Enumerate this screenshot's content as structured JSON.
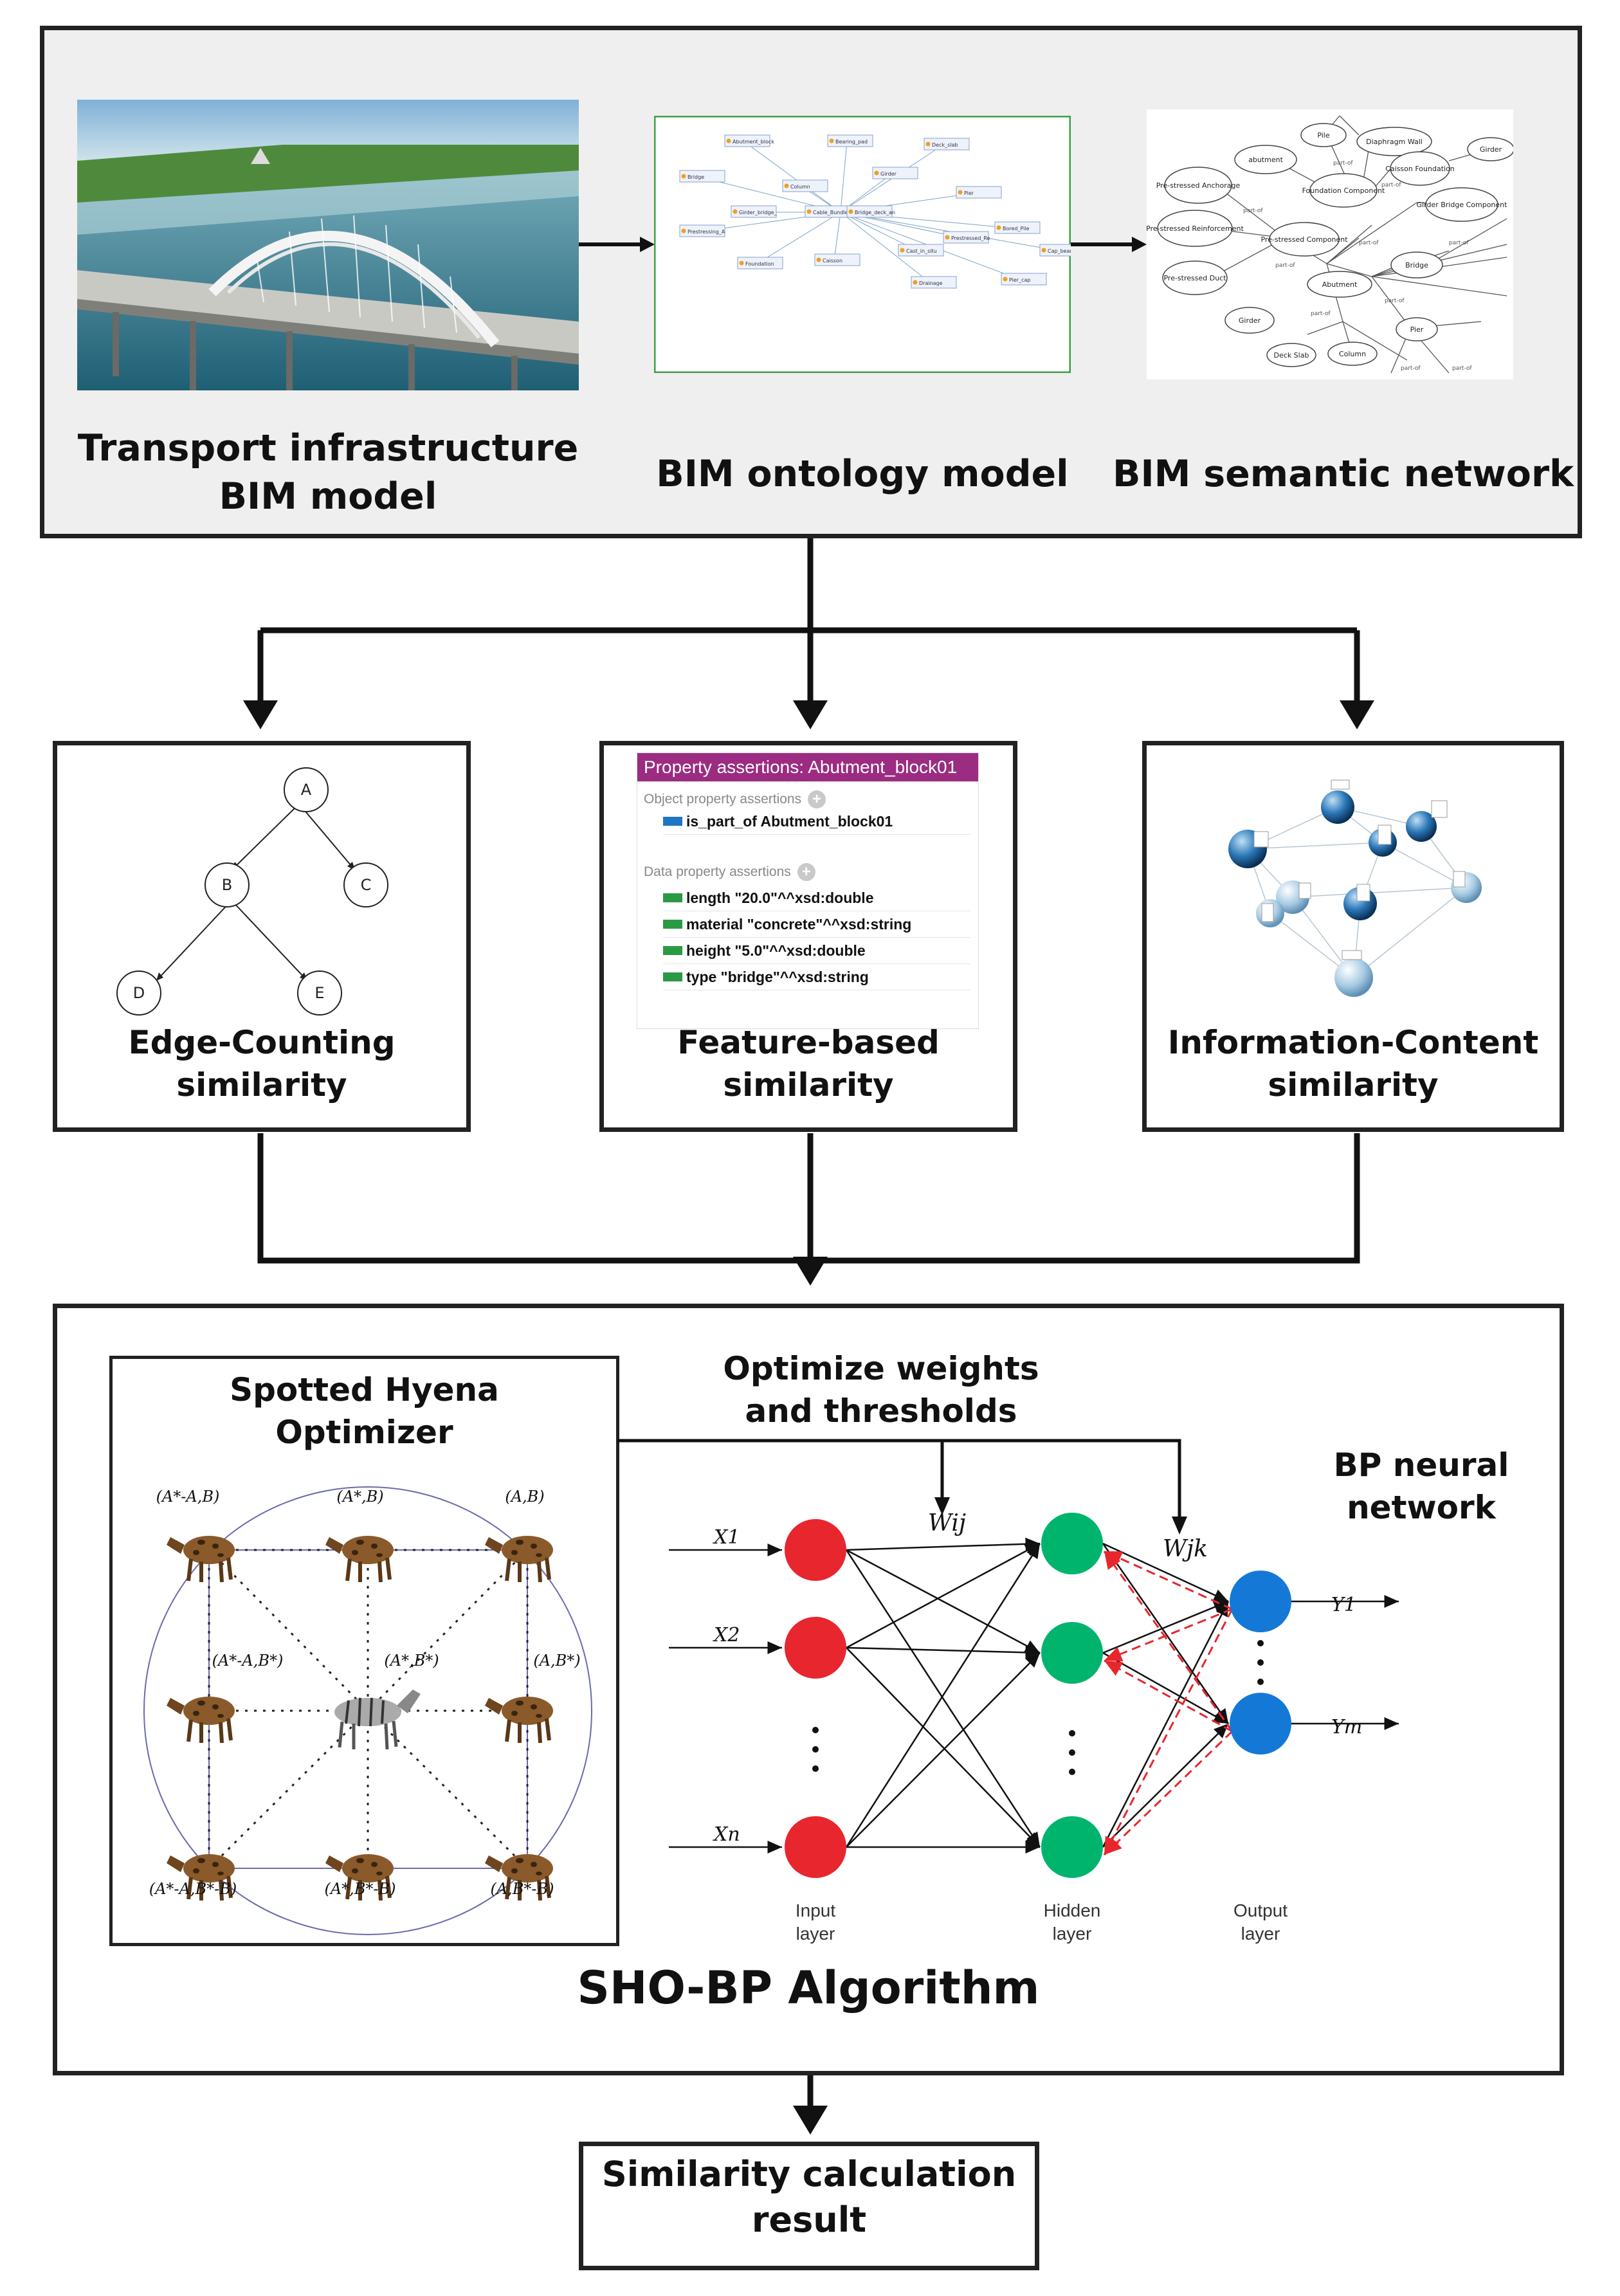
{
  "top_panel": {
    "labels": {
      "bim_model": "Transport infrastructure\nBIM model",
      "ontology": "BIM ontology model",
      "semantic": "BIM semantic network"
    },
    "ontology_nodes": [
      "Abutment_block",
      "Bearing_pad",
      "Deck_slab",
      "Bridge",
      "Column",
      "Girder",
      "Pier",
      "Girder_bridge_Component",
      "Cable_Bundle_Bridge_Component",
      "Bridge_deck_and_Substructure",
      "Prestressing_Anchorage",
      "Prestressed_Reinforcement",
      "Cast_in_situ",
      "Foundation",
      "Caisson",
      "Bored_Pile",
      "Cap_beam",
      "Pier_cap",
      "Drainage"
    ],
    "semantic_nodes": {
      "pile": "Pile",
      "diaphragm": "Diaphragm Wall",
      "girder_top": "Girder",
      "abutment_top": "abutment",
      "caisson": "Caisson Foundation",
      "prestressed_anchorage": "Pre-stressed Anchorage",
      "foundation_component": "Foundation Component",
      "girder_bridge_component": "Girder Bridge Component",
      "prestressed_reinforcement": "Pre-stressed Reinforcement",
      "prestressed_component": "Pre-stressed Component",
      "bridge": "Bridge",
      "prestressed_duct": "Pre-stressed Duct",
      "abutment": "Abutment",
      "girder": "Girder",
      "pier": "Pier",
      "deck_slab": "Deck Slab",
      "column": "Column",
      "part_of": "part-of"
    }
  },
  "similarity_boxes": {
    "edge_counting": {
      "label": "Edge-Counting\nsimilarity",
      "tree_nodes": [
        "A",
        "B",
        "C",
        "D",
        "E"
      ]
    },
    "feature_based": {
      "label": "Feature-based\nsimilarity",
      "panel_title": "Property assertions: Abutment_block01",
      "object_header": "Object property assertions",
      "object_rows": [
        "is_part_of  Abutment_block01"
      ],
      "data_header": "Data property assertions",
      "data_rows": [
        "length  \"20.0\"^^xsd:double",
        "material  \"concrete\"^^xsd:string",
        "height  \"5.0\"^^xsd:double",
        "type  \"bridge\"^^xsd:string"
      ]
    },
    "information_content": {
      "label": "Information-Content\nsimilarity"
    }
  },
  "sho_bp": {
    "title": "SHO-BP Algorithm",
    "optimizer_title": "Spotted Hyena\nOptimizer",
    "optimize_label": "Optimize weights\nand thresholds",
    "bp_label": "BP neural\nnetwork",
    "hyena_positions": [
      "(A*-A,B)",
      "(A*,B)",
      "(A,B)",
      "(A*-A,B*)",
      "(A*,B*)",
      "(A,B*)",
      "(A*-A,B*-B)",
      "(A*,B*-B)",
      "(A,B*-B)"
    ],
    "inputs": [
      "X1",
      "X2",
      "Xn"
    ],
    "outputs": [
      "Y1",
      "Ym"
    ],
    "weights": [
      "Wij",
      "Wjk"
    ],
    "layers": [
      "Input\nlayer",
      "Hidden\nlayer",
      "Output\nlayer"
    ]
  },
  "result": {
    "label": "Similarity calculation\nresult"
  },
  "colors": {
    "input_node": "#e8262e",
    "hidden_node": "#00b46e",
    "output_node": "#1479d6",
    "top_panel_bg": "#efefef",
    "backprop_arrow": "#e8262e"
  }
}
